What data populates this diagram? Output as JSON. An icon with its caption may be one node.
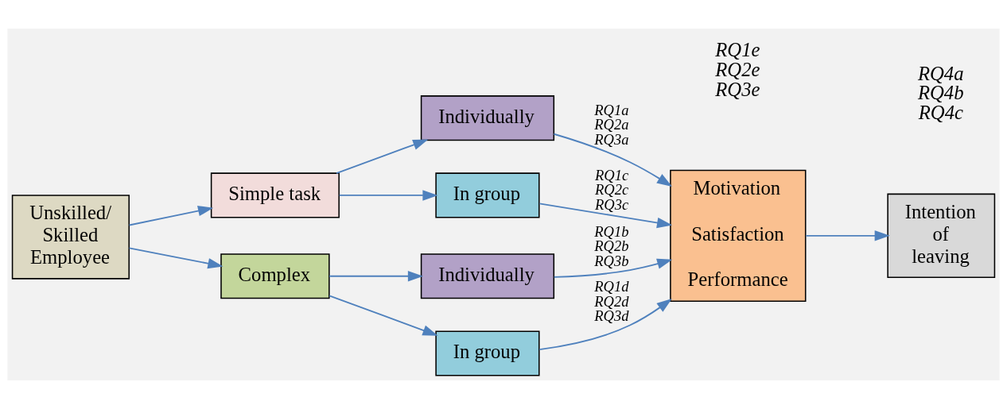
{
  "diagram": {
    "nodes": [
      {
        "text": [
          "Unskilled/ Skilled Employee"
        ]
      },
      {
        "text": [
          "Simple task"
        ]
      },
      {
        "text": [
          "Complex"
        ]
      },
      {
        "text": [
          "Individually"
        ]
      },
      {
        "text": [
          "In group"
        ]
      },
      {
        "text": [
          "Individually"
        ]
      },
      {
        "text": [
          "In group"
        ]
      },
      {
        "text": [
          "Motivation",
          "Satisfaction",
          "Performance"
        ]
      },
      {
        "text": [
          "Intention of leaving"
        ]
      }
    ],
    "edges": [
      {
        "from": 0,
        "to": 1,
        "arrow": "to"
      },
      {
        "from": 0,
        "to": 2,
        "arrow": "to"
      },
      {
        "from": 1,
        "to": 3,
        "arrow": "to"
      },
      {
        "from": 1,
        "to": 4,
        "arrow": "to"
      },
      {
        "from": 2,
        "to": 5,
        "arrow": "to"
      },
      {
        "from": 2,
        "to": 6,
        "arrow": "to"
      },
      {
        "from": 3,
        "to": 7,
        "arrow": "to",
        "label": "RQ1a RQ2a RQ3a"
      },
      {
        "from": 4,
        "to": 7,
        "arrow": "to",
        "label": "RQ1c RQ2c RQ3c"
      },
      {
        "from": 5,
        "to": 7,
        "arrow": "to",
        "label": "RQ1b RQ2b RQ3b"
      },
      {
        "from": 6,
        "to": 7,
        "arrow": "to",
        "label": "RQ1d RQ2d RQ3d"
      },
      {
        "from": 7,
        "to": 8,
        "arrow": "to"
      }
    ],
    "labels": [
      "RQ1e RQ2e RQ3e",
      "RQ4a RQ4b RQ4c"
    ]
  }
}
